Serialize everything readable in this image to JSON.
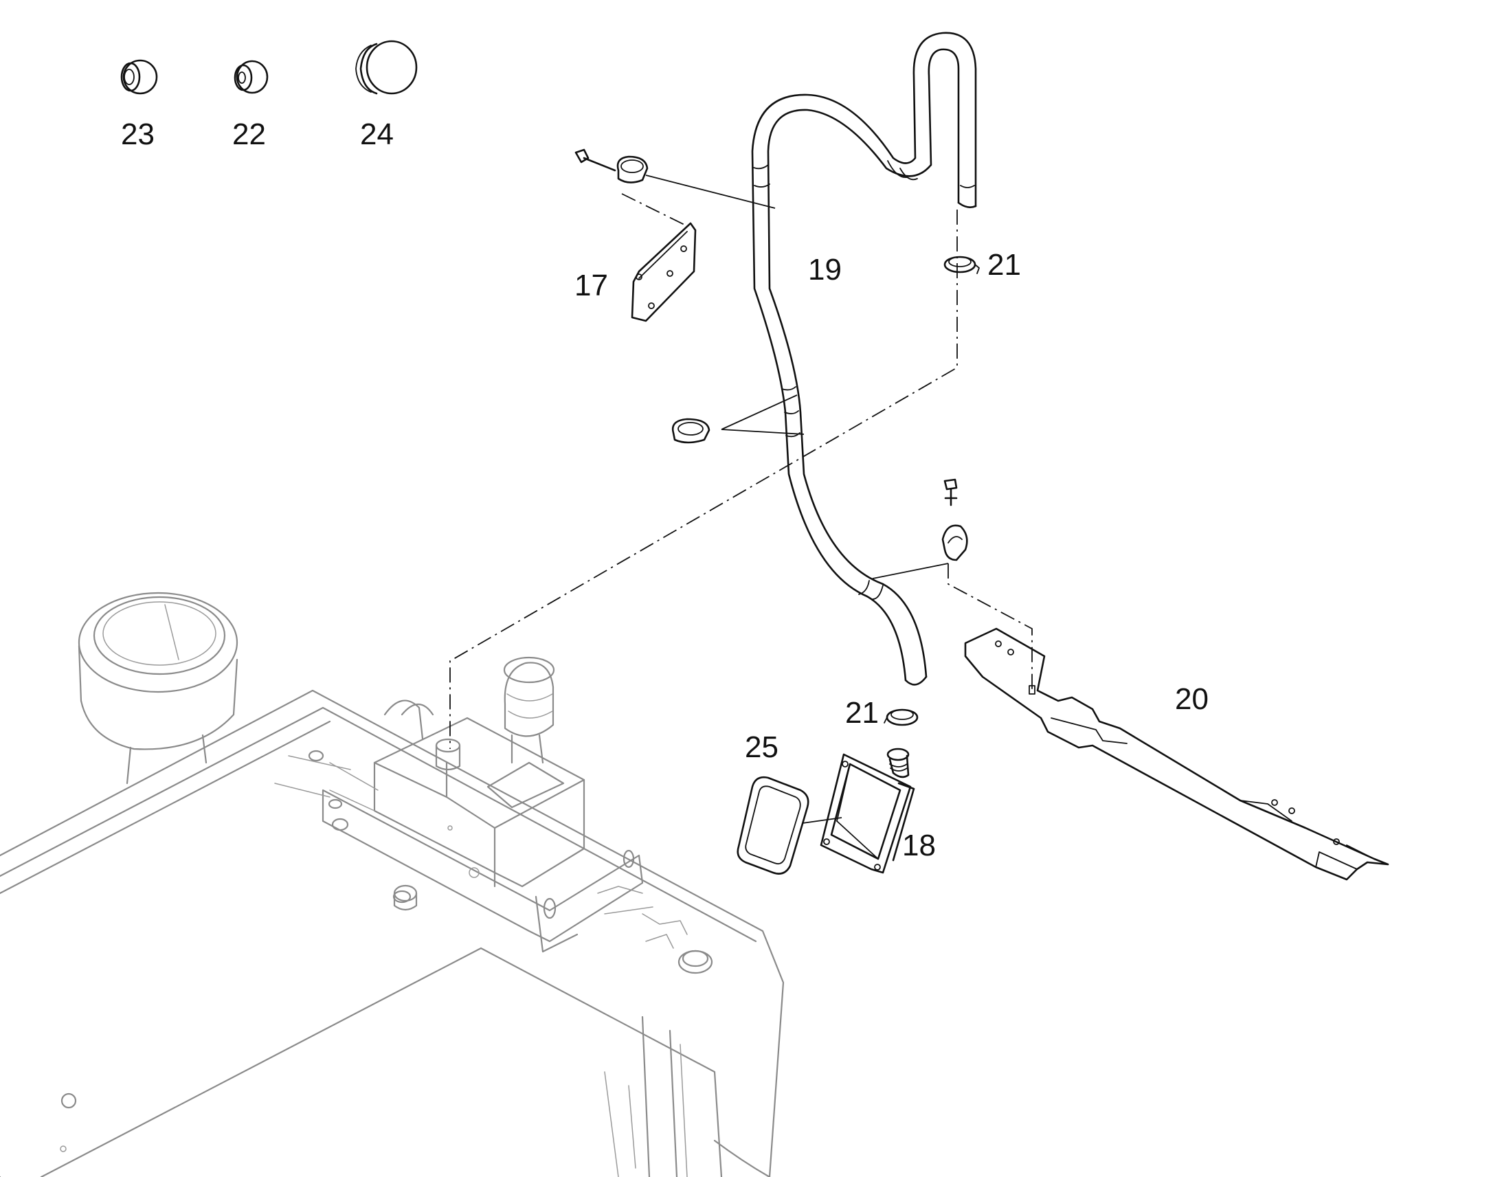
{
  "callouts": {
    "p17": "17",
    "p18": "18",
    "p19": "19",
    "p20": "20",
    "p21_upper": "21",
    "p21_lower": "21",
    "p22": "22",
    "p23": "23",
    "p24": "24",
    "p25": "25"
  },
  "colors": {
    "ink": "#111111",
    "ghost_context": "#8a8a8a",
    "background": "#ffffff"
  }
}
